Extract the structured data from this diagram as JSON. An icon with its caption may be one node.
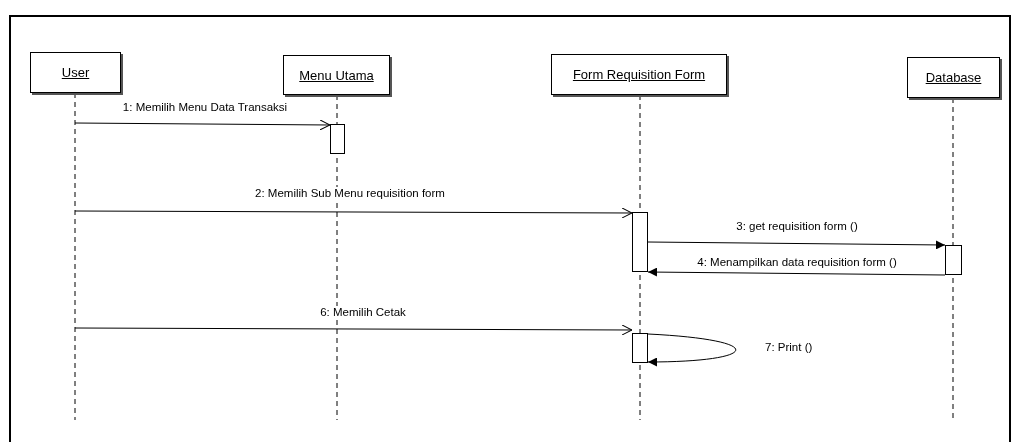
{
  "diagram": {
    "nodes": [
      {
        "text": [
          "User"
        ]
      },
      {
        "text": [
          "Menu Utama"
        ]
      },
      {
        "text": [
          "Form Requisition Form"
        ]
      },
      {
        "text": [
          "Database"
        ]
      },
      {
        "text": [],
        "shape": "bar"
      },
      {
        "text": [],
        "shape": "bar"
      },
      {
        "text": [],
        "shape": "bar"
      },
      {
        "text": [],
        "shape": "bar"
      }
    ],
    "edges": [
      {
        "from": 0,
        "to": 4,
        "arrow": "to",
        "label": "1: Memilih Menu  Data Transaksi"
      },
      {
        "from": 0,
        "to": 5,
        "arrow": "to",
        "label": "2: Memilih Sub Menu requisition form"
      },
      {
        "from": 5,
        "to": 6,
        "arrow": "to",
        "label": "3: get requisition form ()"
      },
      {
        "from": 6,
        "to": 5,
        "arrow": "to",
        "label": "4: Menampilkan data requisition form ()"
      },
      {
        "from": 0,
        "to": 7,
        "arrow": "to",
        "label": "6: Memilih Cetak"
      },
      {
        "from": 7,
        "to": 7,
        "arrow": "to",
        "label": "7: Print ()"
      }
    ]
  }
}
